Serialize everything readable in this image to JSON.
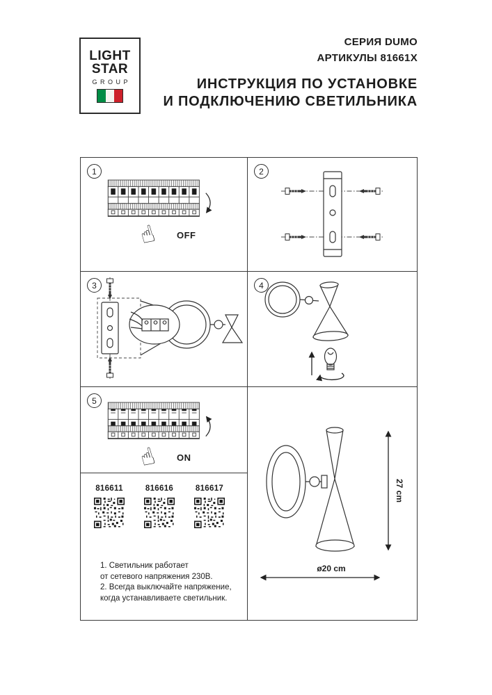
{
  "logo": {
    "light": "LIGHT",
    "star": "STAR",
    "group": "GROUP"
  },
  "header": {
    "series": "СЕРИЯ DUMO",
    "articles": "АРТИКУЛЫ 81661X",
    "title1": "ИНСТРУКЦИЯ ПО УСТАНОВКЕ",
    "title2": "И ПОДКЛЮЧЕНИЮ СВЕТИЛЬНИКА"
  },
  "steps": {
    "s1": "1",
    "s2": "2",
    "s3": "3",
    "s4": "4",
    "s5": "5"
  },
  "labels": {
    "off": "OFF",
    "on": "ON"
  },
  "dimensions": {
    "height": "27 cm",
    "diameter": "ø20 cm"
  },
  "articles": {
    "a1": "816611",
    "a2": "816616",
    "a3": "816617"
  },
  "notes": {
    "l1": "1. Светильник работает",
    "l2": "от сетевого напряжения 230В.",
    "l3": "2. Всегда выключайте напряжение,",
    "l4": "когда устанавливаете светильник."
  },
  "icons": {
    "hand_pointer": "☝"
  },
  "colors": {
    "flag_green": "#008C45",
    "flag_white": "#F4F5F0",
    "flag_red": "#CD212A",
    "ink": "#333333"
  }
}
